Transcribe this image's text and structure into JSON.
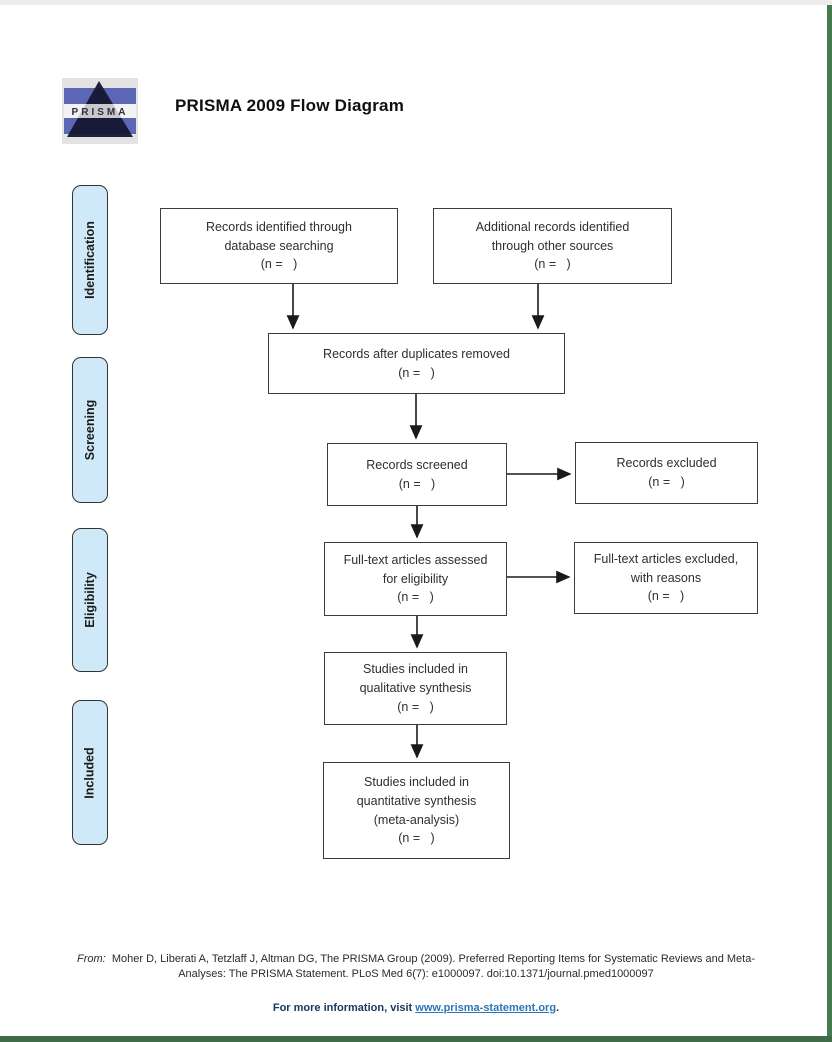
{
  "header": {
    "logo_text": "PRISMA",
    "title": "PRISMA 2009 Flow Diagram"
  },
  "phases": [
    {
      "label": "Identification"
    },
    {
      "label": "Screening"
    },
    {
      "label": "Eligibility"
    },
    {
      "label": "Included"
    }
  ],
  "boxes": {
    "identified": "Records identified through\ndatabase searching\n(n =   )",
    "additional": "Additional records identified\nthrough other sources\n(n =   )",
    "duplicates": "Records after duplicates removed\n(n =   )",
    "screened": "Records screened\n(n =   )",
    "excluded": "Records excluded\n(n =   )",
    "fulltext": "Full-text articles assessed\nfor eligibility\n(n =   )",
    "fulltext_excluded": "Full-text articles excluded,\nwith reasons\n(n =   )",
    "qualitative": "Studies included in\nqualitative synthesis\n(n =   )",
    "quantitative": "Studies included in\nquantitative synthesis\n(meta-analysis)\n(n =   )"
  },
  "footer": {
    "from_label": "From:",
    "citation_line1": "Moher D, Liberati A, Tetzlaff J, Altman DG, The PRISMA Group (2009). Preferred Reporting Items for Systematic Reviews and Meta-",
    "citation_line2": "Analyses: The PRISMA Statement. PLoS Med 6(7): e1000097. doi:10.1371/journal.pmed1000097",
    "info_prefix": "For more information, visit ",
    "info_link": "www.prisma-statement.org",
    "info_suffix": "."
  },
  "colors": {
    "phase_fill": "#cfe9f8",
    "box_border": "#3c3c3c",
    "page_edge_green": "#3f6b47",
    "top_strip_gray": "#ececec",
    "link_blue": "#2e75b6",
    "info_navy": "#17375e"
  }
}
